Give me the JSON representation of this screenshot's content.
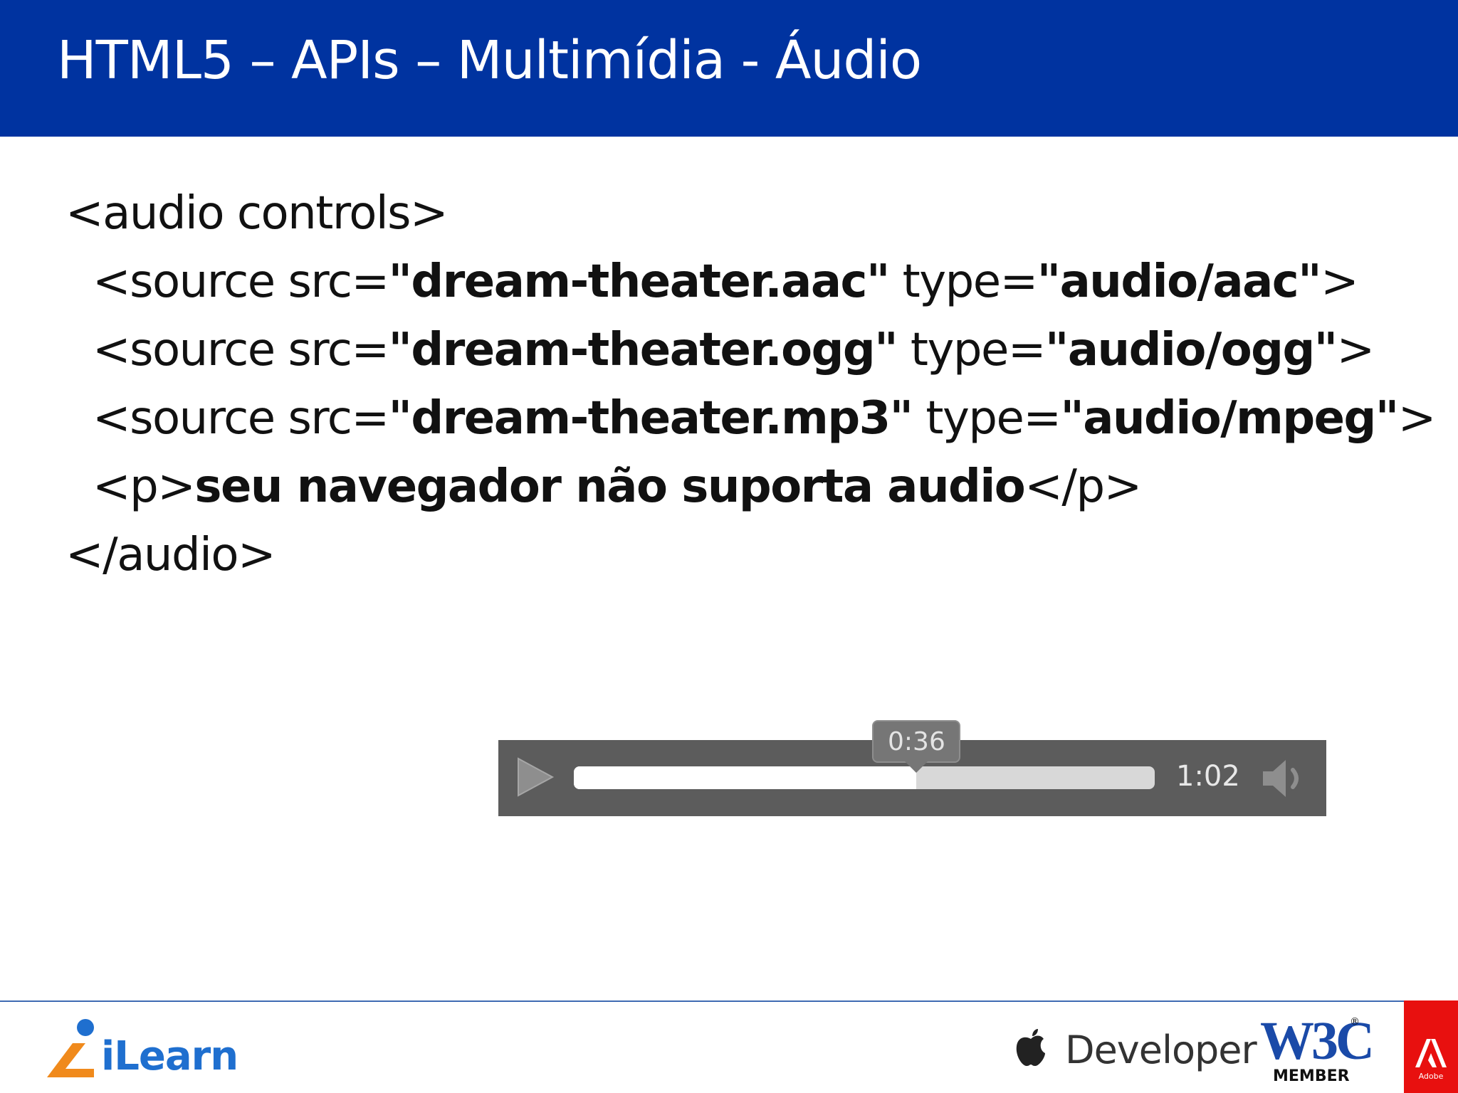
{
  "slide": {
    "title": "HTML5 – APIs – Multimídia - Áudio",
    "title_bar_color": "#0033a0"
  },
  "code": {
    "line1": "<audio controls>",
    "sources": [
      {
        "prefix": "<source src=",
        "src": "\"dream-theater.aac\"",
        "mid": " type=",
        "type": "\"audio/aac\"",
        "suffix": ">"
      },
      {
        "prefix": "<source src=",
        "src": "\"dream-theater.ogg\"",
        "mid": " type=",
        "type": "\"audio/ogg\"",
        "suffix": ">"
      },
      {
        "prefix": "<source src=",
        "src": "\"dream-theater.mp3\"",
        "mid": " type=",
        "type": "\"audio/mpeg\"",
        "suffix": ">"
      }
    ],
    "fallback": {
      "open": "<p>",
      "text": "seu navegador não suporta audio",
      "close": "</p>"
    },
    "closing": "</audio>"
  },
  "audio_player": {
    "current_time": "0:36",
    "duration": "1:02",
    "progress_fraction": 0.59,
    "play_icon": "play-icon",
    "volume_icon": "volume-icon",
    "bg_color": "#5c5c5c"
  },
  "footer": {
    "ilearn": {
      "text": "iLearn",
      "icon": "ilearn-logo",
      "color": "#1f6fcf",
      "accent": "#f08a1c"
    },
    "apple": {
      "icon": "apple-icon",
      "text": "Developer"
    },
    "w3c": {
      "text": "W3C",
      "member": "MEMBER",
      "reg": "®"
    },
    "adobe": {
      "icon": "adobe-icon",
      "text": "Adobe",
      "color": "#e8100f"
    }
  }
}
